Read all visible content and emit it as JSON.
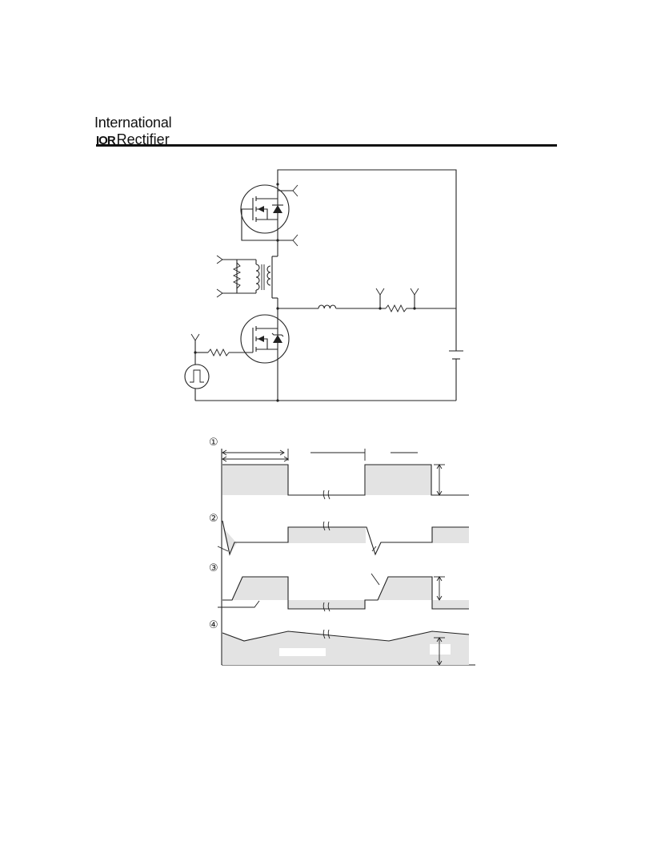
{
  "header": {
    "logo_line1": "International",
    "logo_mark": "IOR",
    "logo_line2": "Rectifier"
  },
  "waveforms": {
    "labels": [
      "①",
      "②",
      "③",
      "④"
    ]
  },
  "icons": {
    "pulse_source": "square-pulse-icon",
    "battery": "battery-icon",
    "inductor": "inductor-icon",
    "resistor": "resistor-icon",
    "mosfet": "mosfet-icon"
  }
}
